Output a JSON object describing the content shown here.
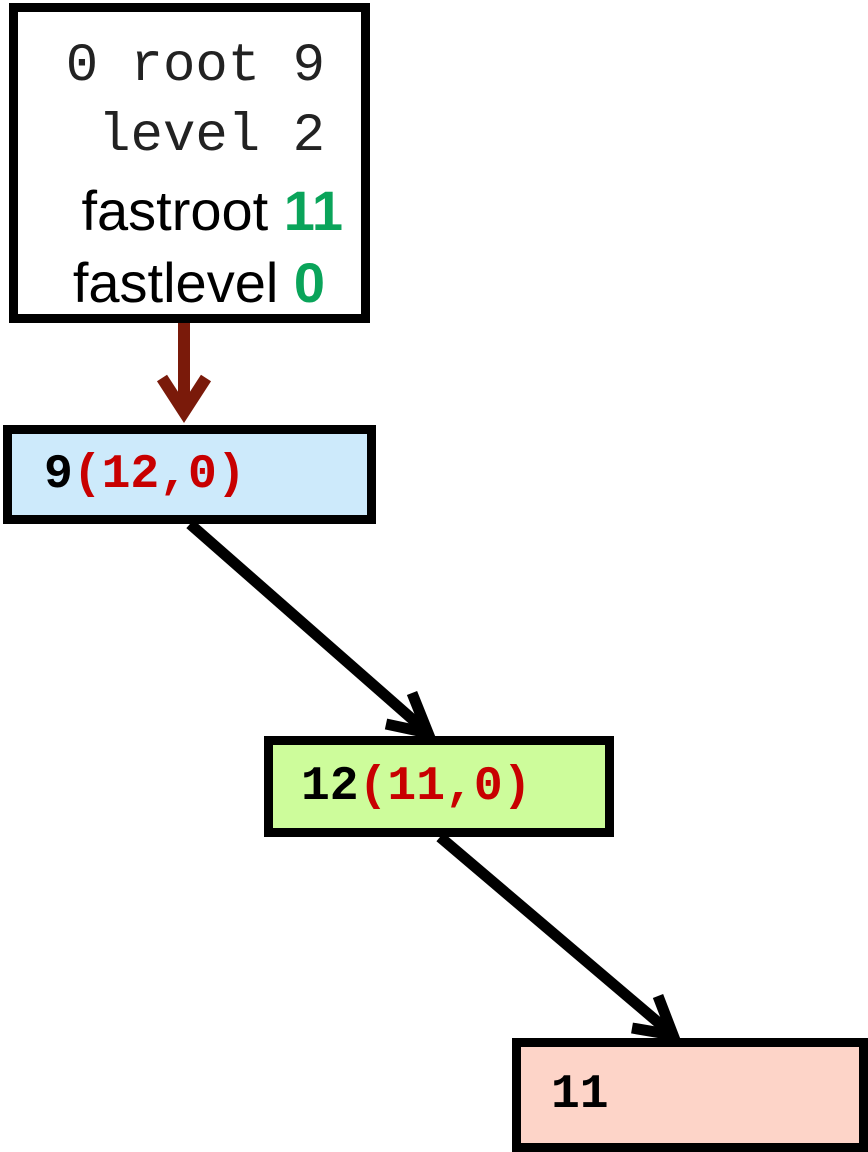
{
  "meta": {
    "line1": "0 root 9",
    "line2": "level 2",
    "fastroot_label": "fastroot",
    "fastroot_value": "11",
    "fastlevel_label": "fastlevel",
    "fastlevel_value": "0"
  },
  "nodes": [
    {
      "key": "9",
      "pointer": "(12,0)",
      "color": "#cdeafb"
    },
    {
      "key": "12",
      "pointer": "(11,0)",
      "color": "#cdfc9b"
    },
    {
      "key": "11",
      "pointer": "",
      "color": "#fdd4c8"
    }
  ],
  "colors": {
    "root_arrow": "#7a1a0a",
    "edge": "#000000",
    "pointer_text": "#c80000",
    "fast_value": "#0aa45a"
  }
}
